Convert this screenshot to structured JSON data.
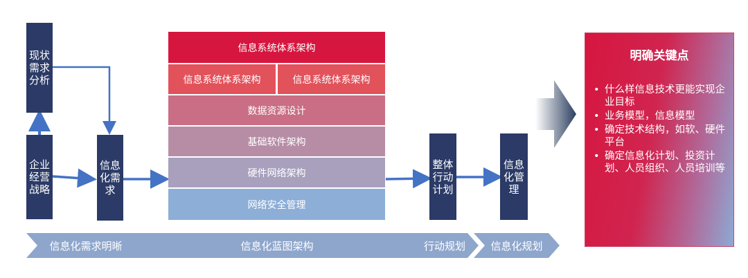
{
  "left_boxes": {
    "current_analysis": "现状\n需求\n分析",
    "enterprise_strategy": "企业\n经营\n战略",
    "it_requirements": "信息\n化需\n求"
  },
  "architecture": {
    "top": "信息系统体系架构",
    "sub_left": "信息系统体系架构",
    "sub_right": "信息系统体系架构",
    "data": "数据资源设计",
    "software": "基础软件架构",
    "hardware": "硬件网络架构",
    "security": "网络安全管理"
  },
  "right_boxes": {
    "overall_plan": "整体\n行动\n计划",
    "it_management": "信息\n化管\n理"
  },
  "phases": [
    "信息化需求明晰",
    "信息化蓝图架构",
    "行动规划",
    "信息化规划"
  ],
  "key_points": {
    "title": "明确关键点",
    "items": [
      "什么样信息技术更能实现企业目标",
      "业务模型，信息模型",
      "确定技术结构，如软、硬件平台",
      "确定信息化计划、投资计划、人员组织、人员培训等"
    ]
  },
  "colors": {
    "navy": "#2b3a66",
    "arrow": "#4472c4",
    "phase": "#8ea6cc",
    "top_layer": "#d6163f"
  }
}
